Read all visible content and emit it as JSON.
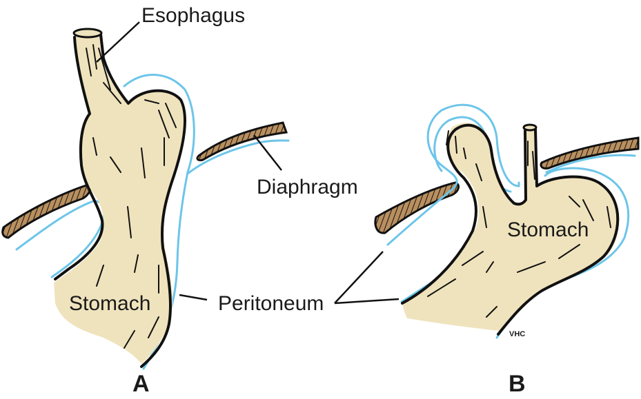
{
  "figure": {
    "colors": {
      "tissue": "#efe3bd",
      "peritoneum": "#6cc5e9",
      "diaphragm": "#b98f5f",
      "outline": "#111111"
    },
    "panel_a": {
      "label": "A",
      "esophagus_label": "Esophagus",
      "stomach_label": "Stomach"
    },
    "panel_b": {
      "label": "B",
      "stomach_label": "Stomach",
      "artist_signature": "VHC"
    },
    "shared_labels": {
      "diaphragm": "Diaphragm",
      "peritoneum": "Peritoneum"
    }
  }
}
